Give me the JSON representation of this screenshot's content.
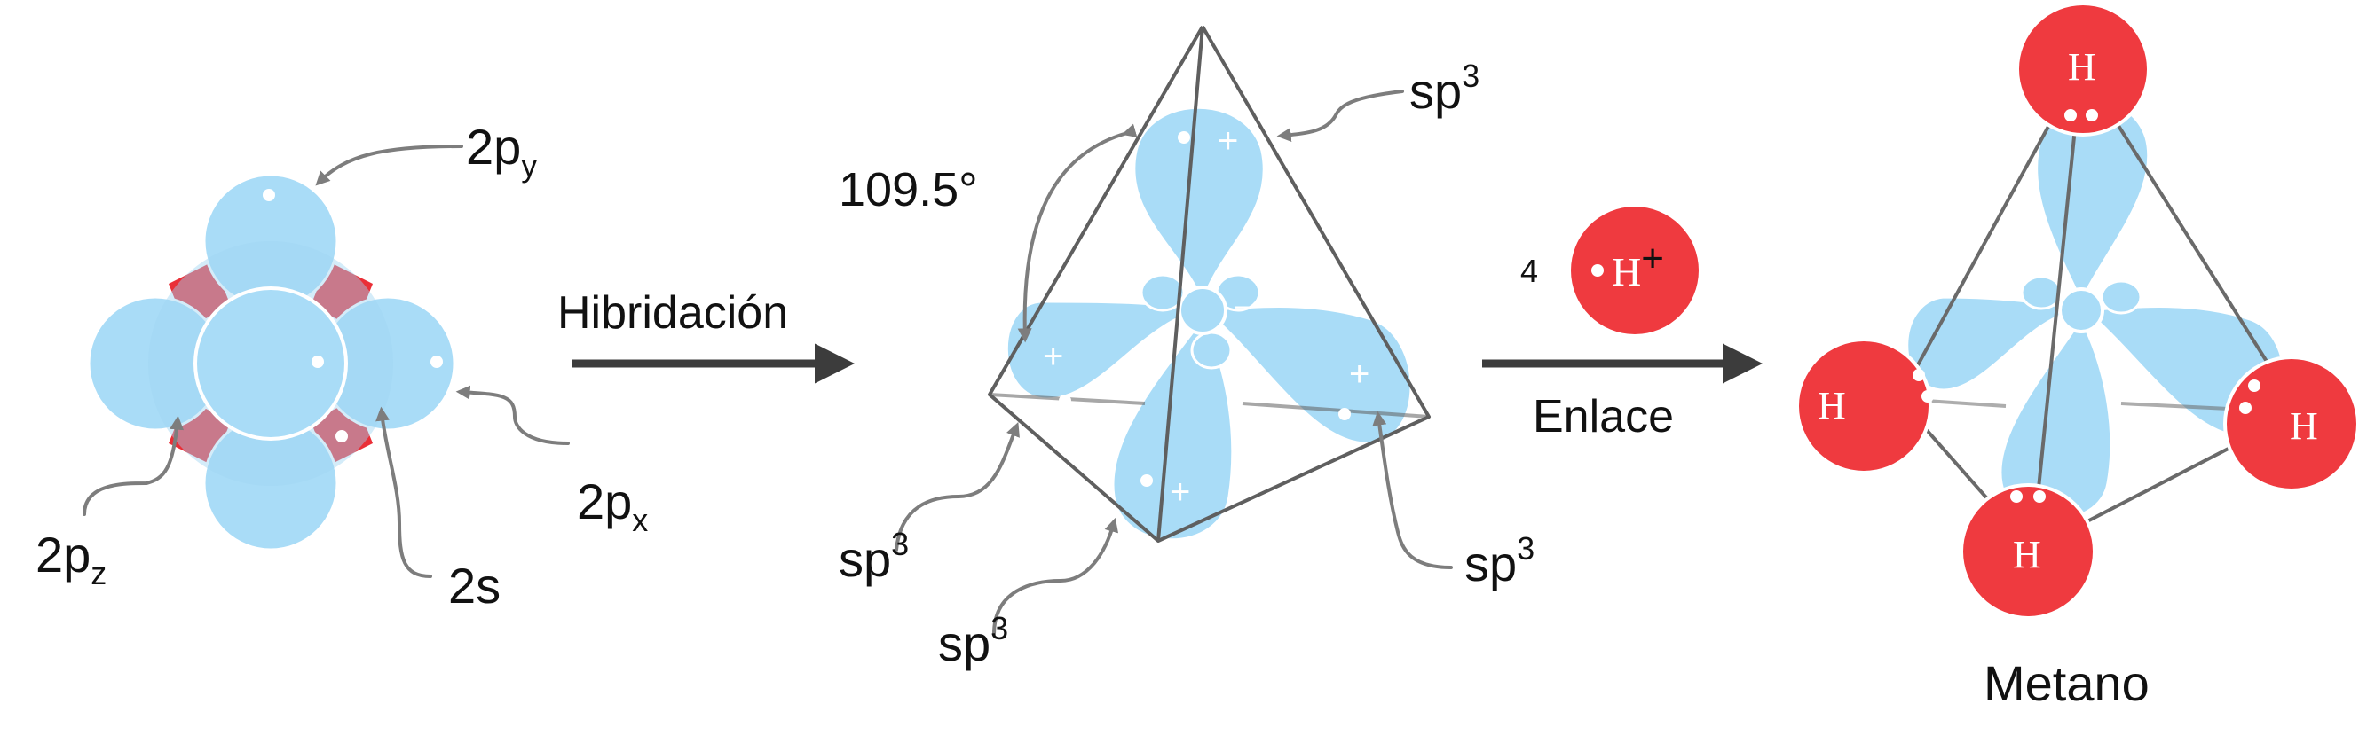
{
  "colors": {
    "orbital": "#a9dcf7",
    "orbital_stroke": "#ffffff",
    "hydrogen": "#ef3a3f",
    "red_lobe": "#ea2f37",
    "arrow": "#3c3c3c",
    "callout": "#7d7d7d",
    "edge": "#5f5f5f",
    "text": "#111111"
  },
  "atom": {
    "labels": {
      "py_base": "2p",
      "py_sub": "y",
      "px_base": "2p",
      "px_sub": "x",
      "pz_base": "2p",
      "pz_sub": "z",
      "s": "2s"
    }
  },
  "hybridization": {
    "arrow_label": "Hibridación",
    "angle": "109.5°",
    "sp3_base": "sp",
    "sp3_sup": "3",
    "plus": "+",
    "minus": "−"
  },
  "reaction": {
    "coefficient": "4",
    "ion_symbol": "H",
    "ion_charge": "+",
    "arrow_label": "Enlace"
  },
  "methane": {
    "hydrogen_symbol": "H",
    "name": "Metano"
  }
}
